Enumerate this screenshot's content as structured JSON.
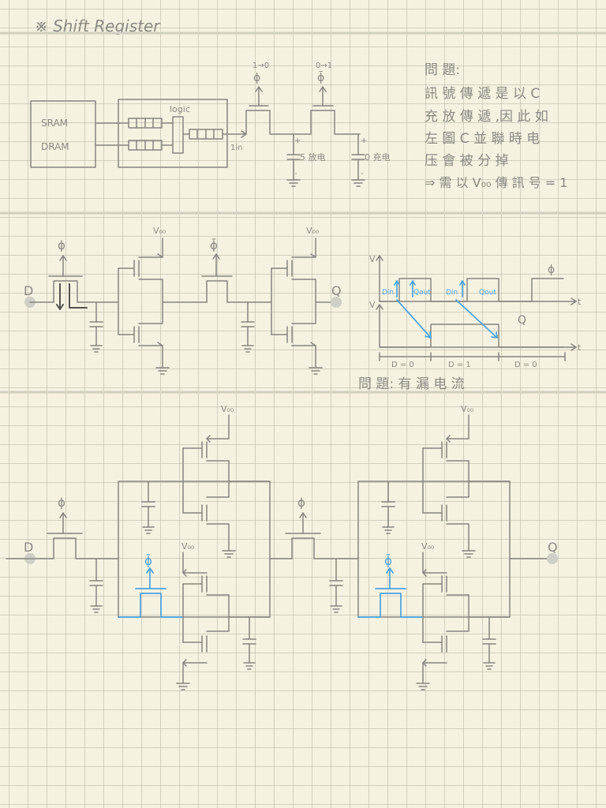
{
  "title": "※ Shift Register",
  "top": {
    "box1_line1": "SRAM",
    "box1_line2": "DRAM",
    "logic_label": "logic",
    "in_label": "1in",
    "clk1_top": "1→0",
    "clk1_sym": "ϕ",
    "clk2_top": "0→1",
    "clk2_sym": "ϕ̄",
    "cap1_label": "5 放电",
    "cap2_label": "0 充电",
    "plus": "+",
    "minus": "-",
    "question_title": "問 題:",
    "question_lines": [
      "訊 號 傳 遞 是 以 C",
      "充 放 傳 遞 ,因 此 如",
      "左 圖 C 並 聯 時 电",
      "压 會 被 分 掉",
      "⇒ 需 以 V₀₀ 傳 訊 号 = 1"
    ]
  },
  "middle": {
    "d_label": "D",
    "q_label": "Q",
    "phi": "ϕ",
    "phibar": "ϕ̄",
    "vdd": "V₀₀",
    "graph": {
      "v_label": "V",
      "t_label": "t",
      "phi_label": "ϕ",
      "q_label": "Q",
      "din1": "Din",
      "qout1": "Qout",
      "din2": "Din",
      "qout2": "Qout",
      "seg1": "D = 0",
      "seg2": "D = 1",
      "seg3": "D = 0"
    },
    "problem": "問 題: 有 漏 电 流"
  },
  "bottom": {
    "d_label": "D",
    "q_label": "Q",
    "phi": "ϕ",
    "phibar": "ϕ̄",
    "vdd": "V₀₀"
  }
}
